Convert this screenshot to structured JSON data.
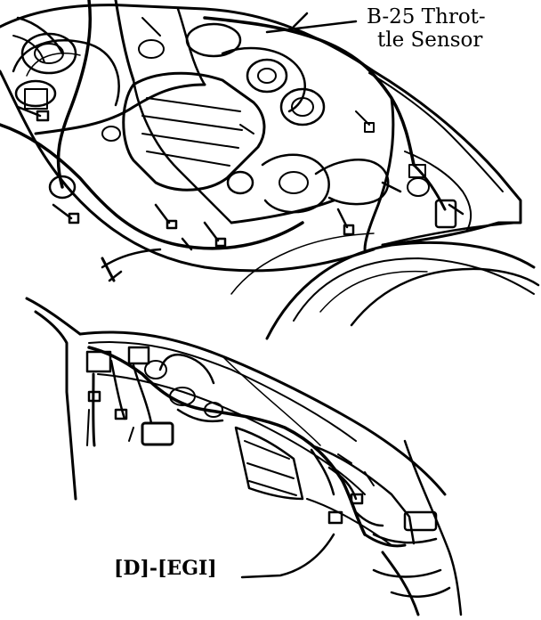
{
  "callouts": {
    "throttle_line1": "B-25 Throt-",
    "throttle_line2": "tle Sensor",
    "egi": "[D]-[EGI]"
  },
  "colors": {
    "ink": "#000000",
    "paper": "#ffffff"
  }
}
